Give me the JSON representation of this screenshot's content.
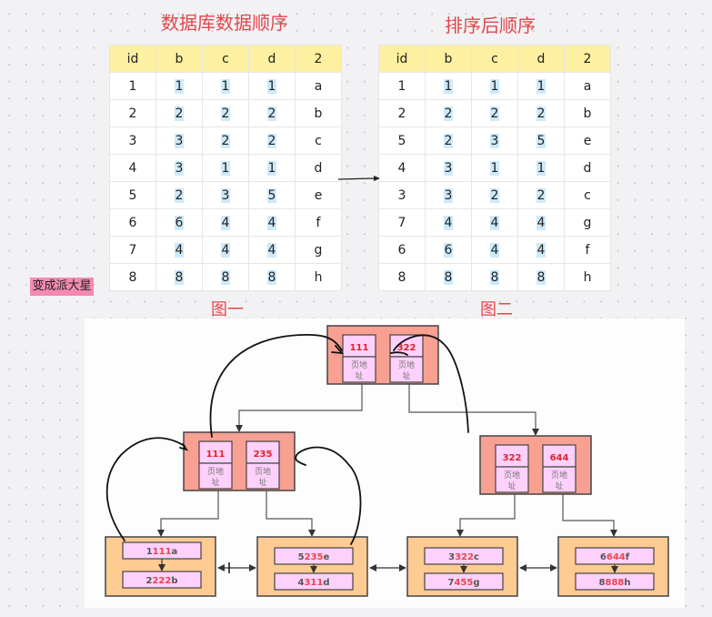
{
  "titles": {
    "left": "数据库数据顺序",
    "right": "排序后顺序"
  },
  "captions": {
    "left": "图一",
    "right": "图二"
  },
  "sticker": "变成派大星",
  "table_columns": [
    "id",
    "b",
    "c",
    "d",
    "2"
  ],
  "table_original": [
    [
      "1",
      "1",
      "1",
      "1",
      "a"
    ],
    [
      "2",
      "2",
      "2",
      "2",
      "b"
    ],
    [
      "3",
      "3",
      "2",
      "2",
      "c"
    ],
    [
      "4",
      "3",
      "1",
      "1",
      "d"
    ],
    [
      "5",
      "2",
      "3",
      "5",
      "e"
    ],
    [
      "6",
      "6",
      "4",
      "4",
      "f"
    ],
    [
      "7",
      "4",
      "4",
      "4",
      "g"
    ],
    [
      "8",
      "8",
      "8",
      "8",
      "h"
    ]
  ],
  "table_sorted": [
    [
      "1",
      "1",
      "1",
      "1",
      "a"
    ],
    [
      "2",
      "2",
      "2",
      "2",
      "b"
    ],
    [
      "5",
      "2",
      "3",
      "5",
      "e"
    ],
    [
      "4",
      "3",
      "1",
      "1",
      "d"
    ],
    [
      "3",
      "3",
      "2",
      "2",
      "c"
    ],
    [
      "7",
      "4",
      "4",
      "4",
      "g"
    ],
    [
      "6",
      "6",
      "4",
      "4",
      "f"
    ],
    [
      "8",
      "8",
      "8",
      "8",
      "h"
    ]
  ],
  "colors": {
    "accent_red": "#e0474c",
    "header_yellow": "#fdf0a0",
    "highlight_blue": "#cdeafb",
    "internal_node": "#f8a092",
    "leaf_node": "#fecb92",
    "key_cell": "#fdd1fb"
  },
  "tree": {
    "page_address_label": "页地址",
    "root": {
      "keys": [
        "111",
        "322"
      ]
    },
    "internal": [
      {
        "keys": [
          "111",
          "235"
        ]
      },
      {
        "keys": [
          "322",
          "644"
        ]
      }
    ],
    "leaves": [
      {
        "records": [
          {
            "id": "1",
            "key": "111",
            "val": "a"
          },
          {
            "id": "2",
            "key": "222",
            "val": "b"
          }
        ]
      },
      {
        "records": [
          {
            "id": "5",
            "key": "235",
            "val": "e"
          },
          {
            "id": "4",
            "key": "311",
            "val": "d"
          }
        ]
      },
      {
        "records": [
          {
            "id": "3",
            "key": "322",
            "val": "c"
          },
          {
            "id": "7",
            "key": "455",
            "val": "g"
          }
        ]
      },
      {
        "records": [
          {
            "id": "6",
            "key": "644",
            "val": "f"
          },
          {
            "id": "8",
            "key": "888",
            "val": "h"
          }
        ]
      }
    ]
  }
}
